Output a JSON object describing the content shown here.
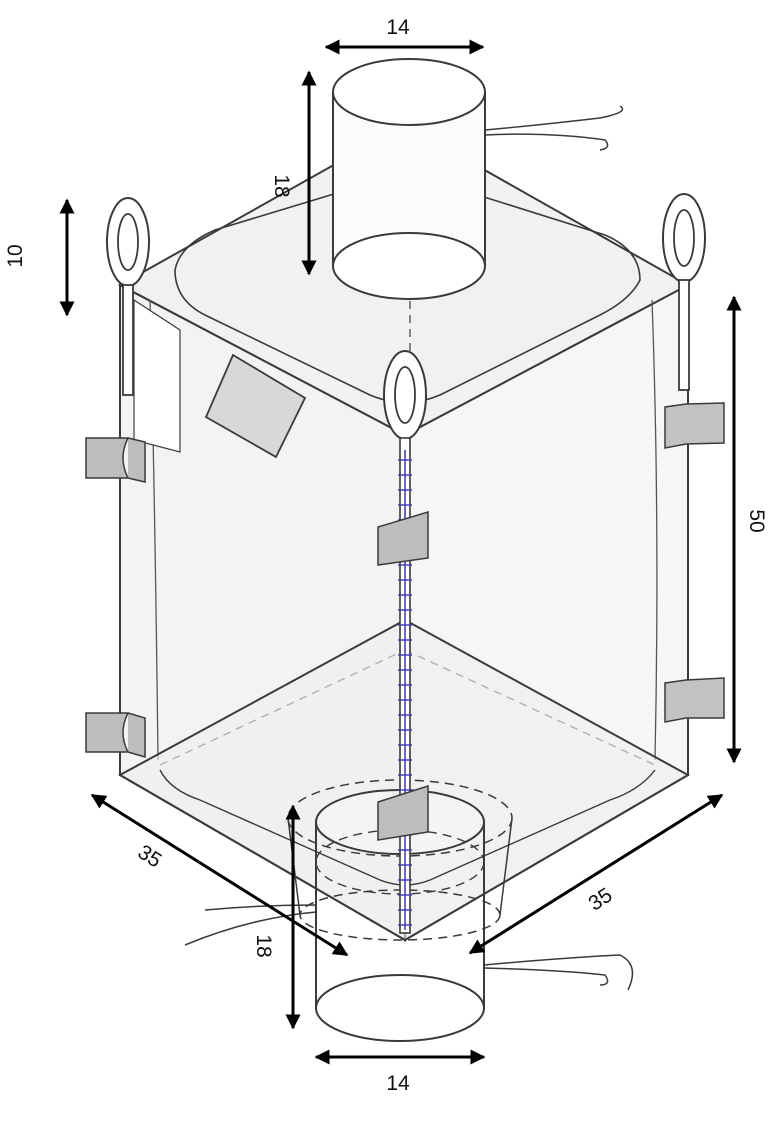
{
  "diagram": {
    "dimensions": {
      "top_spout_diameter": "14",
      "top_spout_height": "18",
      "loop_height": "10",
      "bag_height": "50",
      "bag_width_left": "35",
      "bag_width_right": "35",
      "bottom_spout_height": "18",
      "bottom_spout_diameter": "14"
    },
    "colors": {
      "outline": "#3a3a3a",
      "bag_fill": "#f4f4f4",
      "label_fill": "#c8c8c8",
      "stitch": "#3b3bb5",
      "arrow": "#000000"
    }
  }
}
